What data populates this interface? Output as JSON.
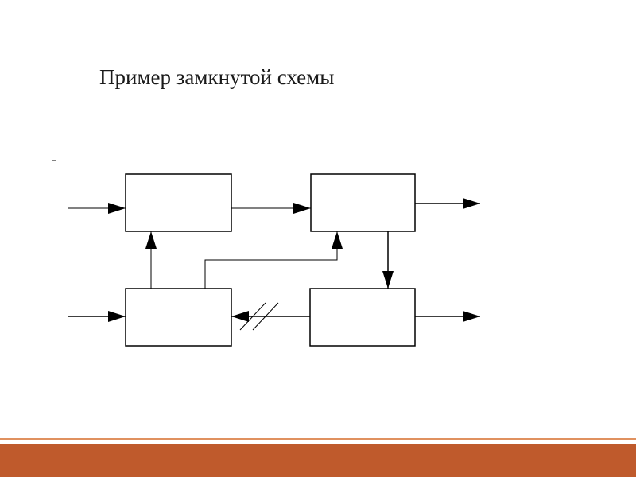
{
  "slide": {
    "title": "Пример замкнутой схемы"
  },
  "diagram": {
    "blocks": [
      "block-top-left",
      "block-top-right",
      "block-bottom-left",
      "block-bottom-right"
    ],
    "stroke_color": "#000000"
  },
  "theme": {
    "accent_color": "#bf5a2c",
    "accent_line_color": "#e0915f"
  }
}
